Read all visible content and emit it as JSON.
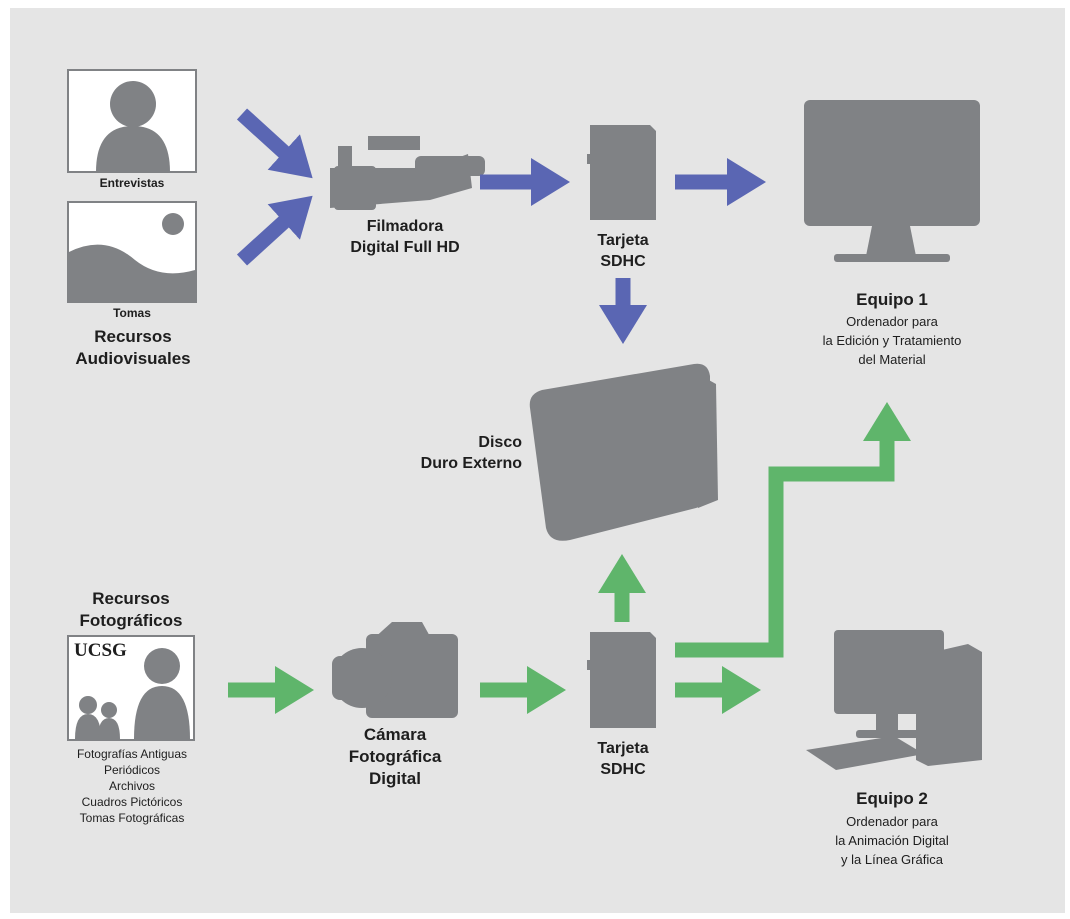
{
  "colors": {
    "background": "#e5e5e5",
    "icon": "#808285",
    "arrow_blue": "#5a66b3",
    "arrow_green": "#5fb56b"
  },
  "nodes": {
    "entrevistas": {
      "label": "Entrevistas",
      "icon": "person-frame-icon"
    },
    "tomas": {
      "label": "Tomas",
      "icon": "landscape-frame-icon"
    },
    "recursos_audiovisuales": {
      "line1": "Recursos",
      "line2": "Audiovisuales"
    },
    "filmadora": {
      "line1": "Filmadora",
      "line2": "Digital Full HD",
      "icon": "video-camera-icon"
    },
    "tarjeta_top": {
      "line1": "Tarjeta",
      "line2": "SDHC",
      "icon": "sd-card-icon"
    },
    "equipo1": {
      "title": "Equipo 1",
      "line1": "Ordenador para",
      "line2": "la Edición y Tratamiento",
      "line3": "del Material",
      "icon": "monitor-icon"
    },
    "disco": {
      "line1": "Disco",
      "line2": "Duro Externo",
      "icon": "external-hard-drive-icon"
    },
    "recursos_fotograficos": {
      "line1": "Recursos",
      "line2": "Fotográficos",
      "logo_text": "UCSG",
      "icon": "family-photo-icon",
      "items": [
        "Fotografías Antiguas",
        "Periódicos",
        "Archivos",
        "Cuadros Pictóricos",
        "Tomas Fotográficas"
      ]
    },
    "camara": {
      "line1": "Cámara",
      "line2": "Fotográfica",
      "line3": "Digital",
      "icon": "photo-camera-icon"
    },
    "tarjeta_bottom": {
      "line1": "Tarjeta",
      "line2": "SDHC",
      "icon": "sd-card-icon"
    },
    "equipo2": {
      "title": "Equipo 2",
      "line1": "Ordenador para",
      "line2": "la Animación Digital",
      "line3": "y la Línea Gráfica",
      "icon": "desktop-computer-icon"
    }
  }
}
